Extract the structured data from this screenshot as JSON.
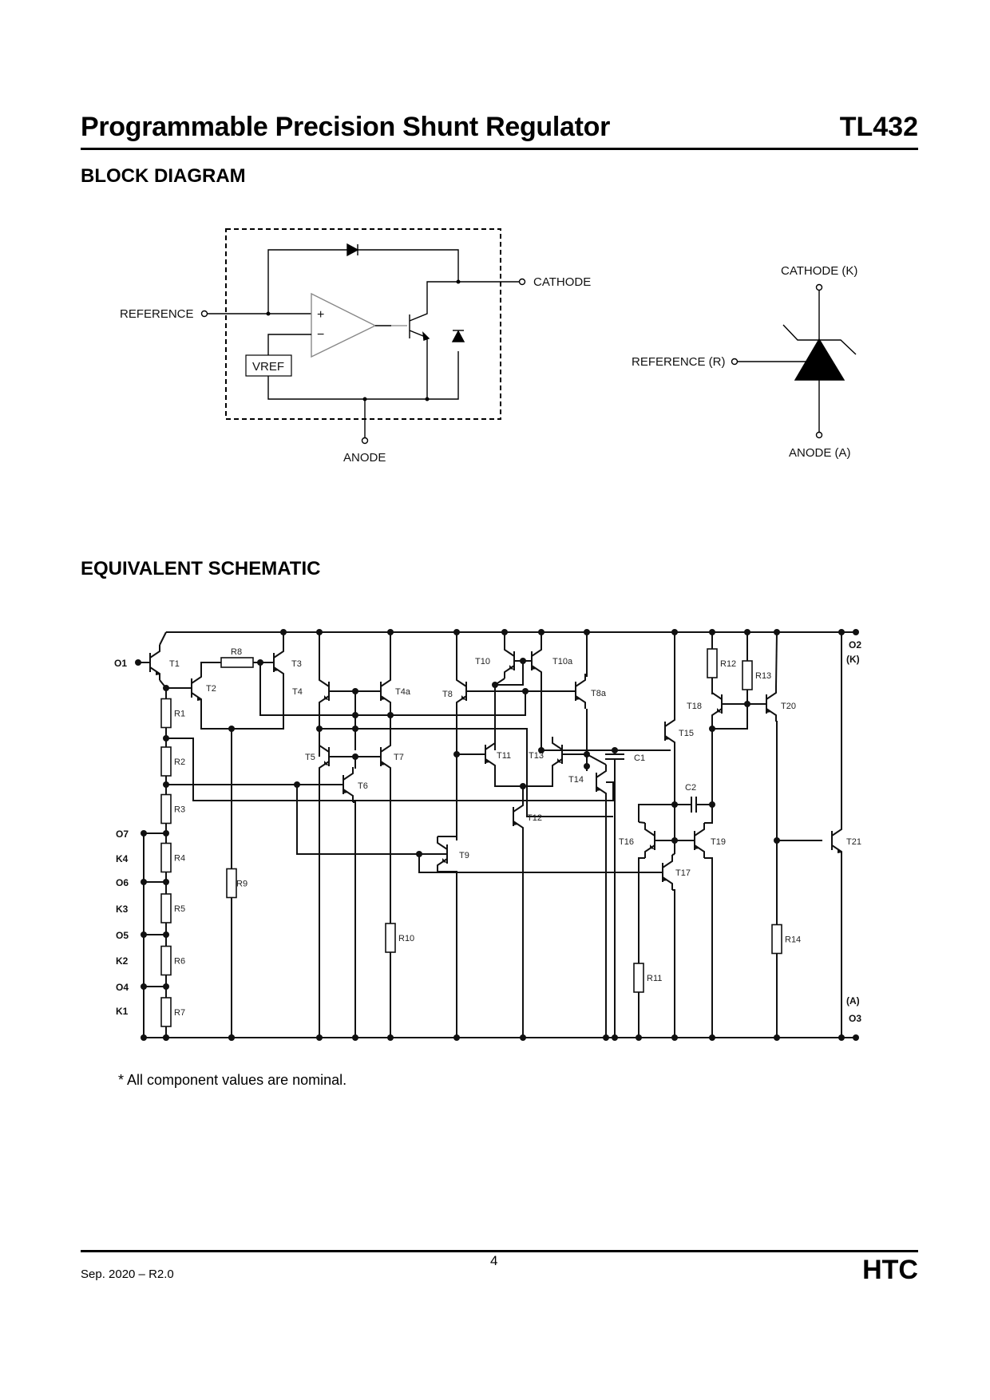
{
  "header": {
    "title": "Programmable Precision Shunt Regulator",
    "part_number": "TL432"
  },
  "block_diagram": {
    "heading": "BLOCK DIAGRAM",
    "labels": {
      "reference": "REFERENCE",
      "cathode": "CATHODE",
      "anode": "ANODE",
      "vref": "VREF",
      "plus": "+",
      "minus": "−"
    },
    "symbol_labels": {
      "cathode": "CATHODE (K)",
      "reference": "REFERENCE (R)",
      "anode": "ANODE (A)"
    }
  },
  "schematic": {
    "heading": "EQUIVALENT SCHEMATIC",
    "pins": {
      "o1": "O1",
      "o2": "O2",
      "k_top": "(K)",
      "a_bot": "(A)",
      "o3": "O3",
      "o7": "O7",
      "k4": "K4",
      "o6": "O6",
      "k3": "K3",
      "o5": "O5",
      "k2": "K2",
      "o4": "O4",
      "k1": "K1"
    },
    "transistors": [
      "T1",
      "T2",
      "T3",
      "T4",
      "T4a",
      "T5",
      "T6",
      "T7",
      "T8",
      "T8a",
      "T9",
      "T10",
      "T10a",
      "T11",
      "T12",
      "T13",
      "T14",
      "T15",
      "T16",
      "T17",
      "T18",
      "T19",
      "T20",
      "T21"
    ],
    "resistors": [
      "R1",
      "R2",
      "R3",
      "R4",
      "R5",
      "R6",
      "R7",
      "R8",
      "R9",
      "R10",
      "R11",
      "R12",
      "R13",
      "R14"
    ],
    "capacitors": [
      "C1",
      "C2"
    ],
    "note": "* All component values are nominal."
  },
  "footer": {
    "date_revision": "Sep. 2020 – R2.0",
    "page_number": "4",
    "brand": "HTC"
  }
}
